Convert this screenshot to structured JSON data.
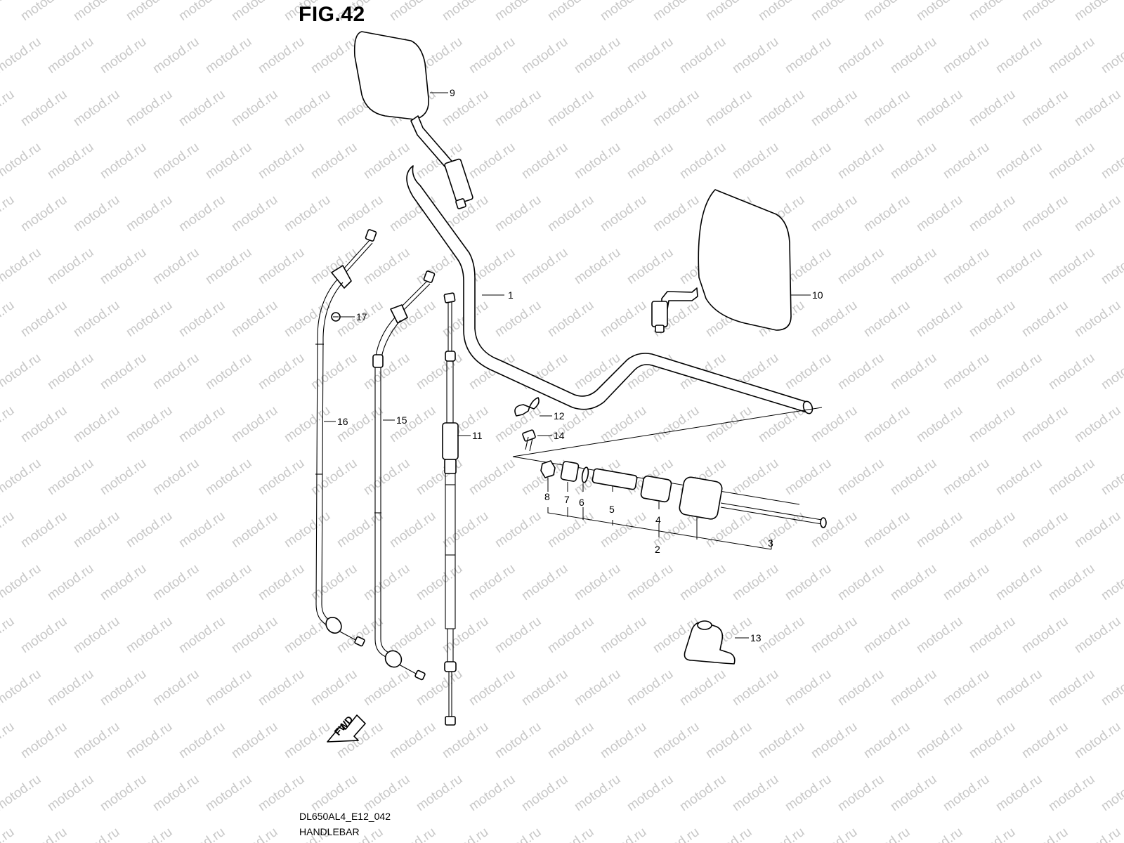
{
  "figure": {
    "title": "FIG.42",
    "code": "DL650AL4_E12_042",
    "name": "HANDLEBAR"
  },
  "watermark": "motod.ru",
  "fwd_label": "FWD",
  "callouts": [
    "1",
    "2",
    "3",
    "4",
    "5",
    "6",
    "7",
    "8",
    "9",
    "10",
    "11",
    "12",
    "13",
    "14",
    "15",
    "16",
    "17"
  ],
  "colors": {
    "line": "#000000",
    "watermark": "#c8c8c8",
    "background": "#ffffff"
  }
}
